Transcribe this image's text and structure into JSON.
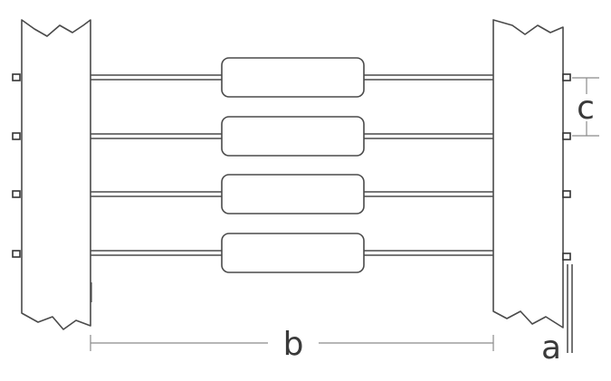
{
  "diagram": {
    "dimension_labels": {
      "a": "a",
      "b": "b",
      "c": "c"
    },
    "resistor_count": 4,
    "colors": {
      "stroke": "#4a4a4a",
      "dimension": "#8a8a8a",
      "background": "#ffffff"
    }
  }
}
